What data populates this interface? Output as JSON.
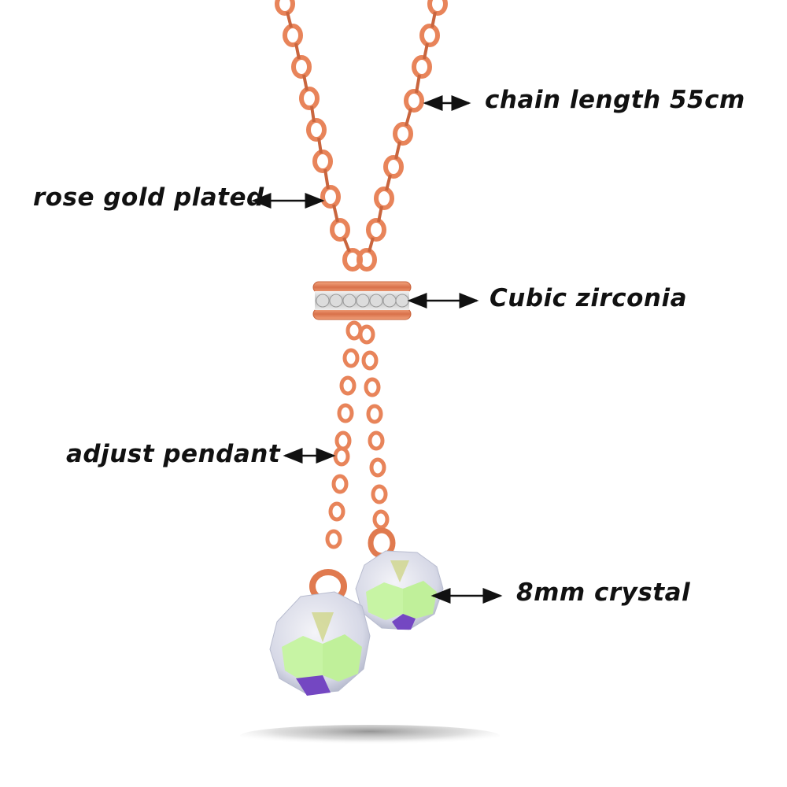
{
  "annotations": [
    {
      "id": "chain-length",
      "text": "chain length 55cm"
    },
    {
      "id": "rose-gold",
      "text": "rose gold plated"
    },
    {
      "id": "cubic-zirconia",
      "text": "Cubic zirconia"
    },
    {
      "id": "adjust-pendant",
      "text": "adjust pendant"
    },
    {
      "id": "crystal",
      "text": "8mm crystal"
    }
  ],
  "colors": {
    "background": "#ffffff",
    "chain": "#e8845a",
    "chain_dark": "#c9653e",
    "text": "#111111",
    "crystal_green": "#c8f5a8",
    "crystal_purple": "#7b4fc4",
    "crystal_body": "#e4e6ee"
  }
}
